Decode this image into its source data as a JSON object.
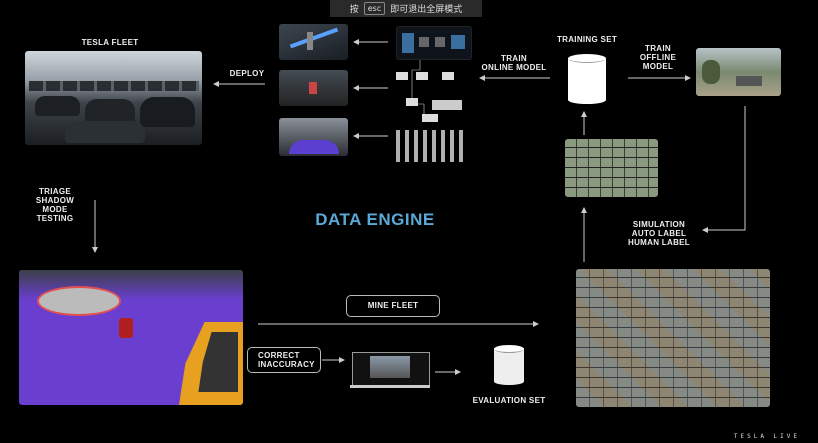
{
  "overlay": {
    "prefix": "按",
    "key": "esc",
    "suffix": "即可退出全屏模式"
  },
  "diagram": {
    "title": "DATA ENGINE",
    "labels": {
      "tesla_fleet": "TESLA FLEET",
      "deploy": "DEPLOY",
      "train_online": "TRAIN\nONLINE MODEL",
      "training_set": "TRAINING SET",
      "train_offline": "TRAIN\nOFFLINE\nMODEL",
      "triage": "TRIAGE\nSHADOW\nMODE\nTESTING",
      "simulation": "SIMULATION\nAUTO LABEL\nHUMAN LABEL",
      "mine_fleet": "MINE FLEET",
      "correct": "CORRECT\nINACCURACY",
      "evaluation_set": "EVALUATION SET"
    }
  },
  "branding": {
    "text": "TESLA LIVE"
  },
  "colors": {
    "title": "#5aa9d6",
    "ground": "#6a3fd0",
    "orange": "#e8a020"
  }
}
